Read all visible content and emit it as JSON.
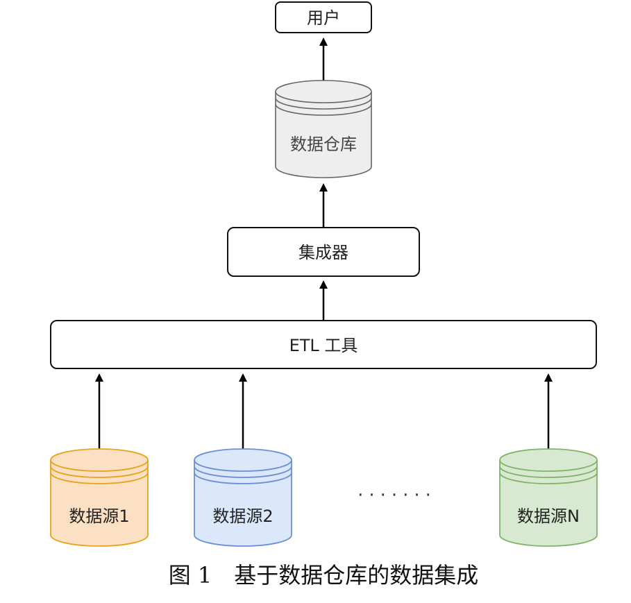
{
  "nodes": {
    "user": "用户",
    "warehouse": "数据仓库",
    "integrator": "集成器",
    "etl": "ETL 工具",
    "source1": "数据源1",
    "source2": "数据源2",
    "sourceN": "数据源N",
    "ellipsis": "·······"
  },
  "caption": "图 1　基于数据仓库的数据集成",
  "colors": {
    "source1_fill": "#fce0c4",
    "source1_stroke": "#e8a21c",
    "source2_fill": "#dbe7fb",
    "source2_stroke": "#6b8fd6",
    "sourceN_fill": "#d8e9d1",
    "sourceN_stroke": "#82b36b",
    "warehouse_fill": "#eeeeee",
    "warehouse_stroke": "#666666"
  }
}
